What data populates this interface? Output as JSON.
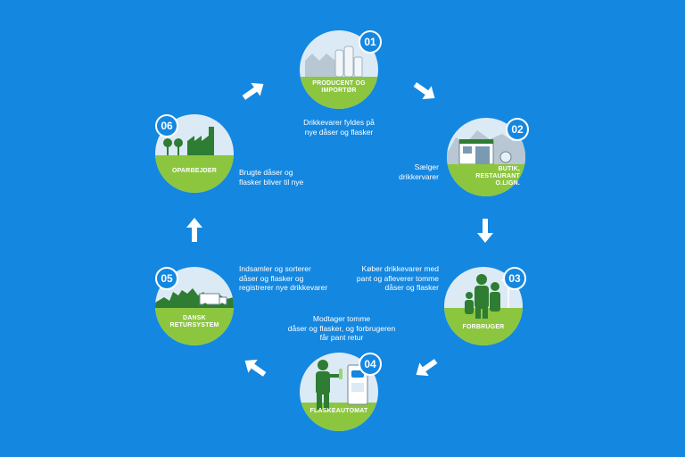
{
  "steps": [
    {
      "number": "01",
      "label": "PRODUCENT OG IMPORTØR",
      "description": "Drikkevarer fyldes på\nnye dåser og flasker"
    },
    {
      "number": "02",
      "label": "BUTIK, RESTAURANT O.LIGN.",
      "description": "Sælger\ndrikkervarer"
    },
    {
      "number": "03",
      "label": "FORBRUGER",
      "description": "Køber drikkevarer med\npant og afleverer tomme\ndåser og flasker"
    },
    {
      "number": "04",
      "label": "FLASKEAUTOMAT",
      "description": "Modtager tomme\ndåser og flasker, og forbrugeren\nfår pant retur"
    },
    {
      "number": "05",
      "label": "DANSK RETURSYSTEM",
      "description": "Indsamler og sorterer\ndåser og flasker og\nregistrerer nye drikkevarer"
    },
    {
      "number": "06",
      "label": "OPARBEJDER",
      "description": "Brugte dåser og\nflasker bliver til nye"
    }
  ],
  "colors": {
    "background": "#1487e0",
    "sky": "#dbeaf5",
    "grass": "#8cc63f",
    "dark_green": "#2e7d32",
    "badge_border": "#ffffff"
  }
}
